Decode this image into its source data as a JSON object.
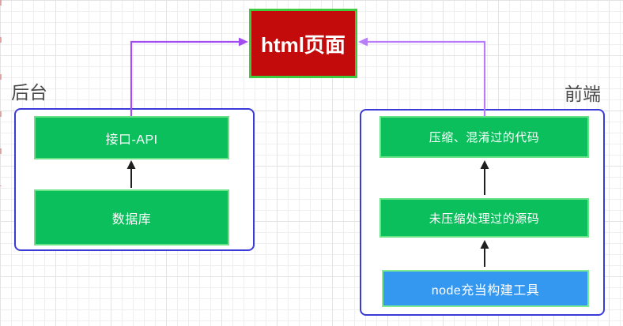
{
  "diagram": {
    "html_page": {
      "label": "html页面"
    },
    "backend": {
      "label": "后台",
      "nodes": [
        {
          "label": "接口-API"
        },
        {
          "label": "数据库"
        }
      ]
    },
    "frontend": {
      "label": "前端",
      "nodes": [
        {
          "label": "压缩、混淆过的代码"
        },
        {
          "label": "未压缩处理过的源码"
        },
        {
          "label": "node充当构建工具"
        }
      ]
    },
    "connections": [
      {
        "from": "接口-API",
        "to": "html页面",
        "style": "purple-elbow"
      },
      {
        "from": "压缩、混淆过的代码",
        "to": "html页面",
        "style": "purple-elbow"
      },
      {
        "from": "数据库",
        "to": "接口-API",
        "style": "black-straight"
      },
      {
        "from": "未压缩处理过的源码",
        "to": "压缩、混淆过的代码",
        "style": "black-straight"
      },
      {
        "from": "node充当构建工具",
        "to": "未压缩处理过的源码",
        "style": "black-straight"
      }
    ],
    "colors": {
      "node_green": "#0bc05c",
      "node_green_border": "#6ae287",
      "node_blue": "#3598f0",
      "node_blue_border": "#7ded8f",
      "html_red": "#c40b0b",
      "html_green_border": "#3ecb3e",
      "container_blue": "#3a3ad8",
      "connector_purple_left": "#a14df2",
      "connector_purple_right": "#b87df8",
      "arrow_black": "#1f1f1f",
      "grid_line": "#efefef",
      "label_gray": "#4b4b4b"
    }
  }
}
